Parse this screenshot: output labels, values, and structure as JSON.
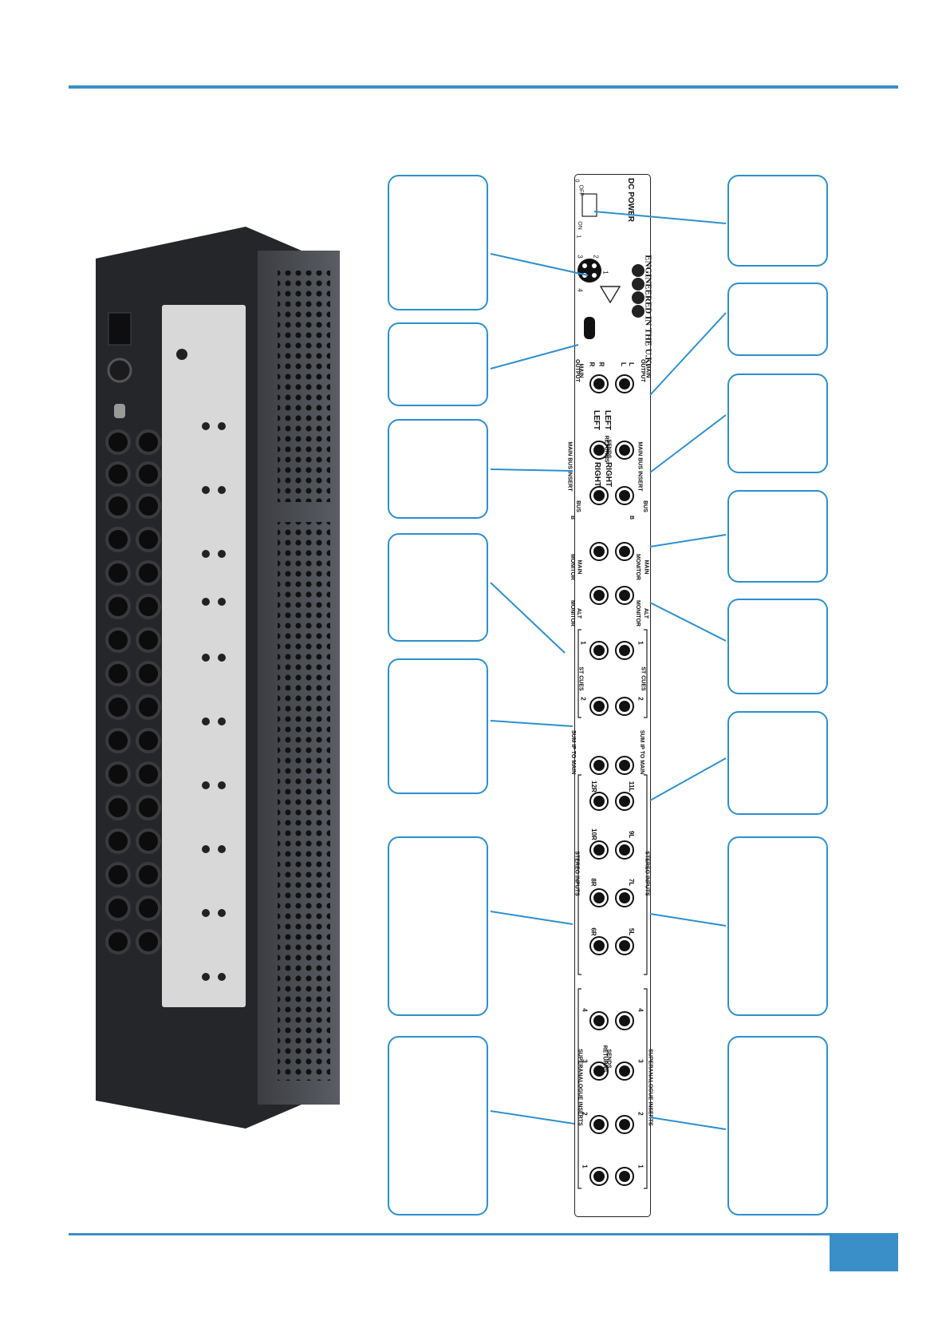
{
  "colors": {
    "accent": "#3a8fc9",
    "callout_border": "#2c90cf",
    "device_dark": "#2a2b2e",
    "panel_silver": "#d8d8d8"
  },
  "panel": {
    "brand_line": "ENGINEERED IN THE U.K.",
    "dc_power": "DC POWER",
    "off": "OFF",
    "off_num": "0",
    "on": "ON",
    "on_num": "1",
    "pin_2": "2",
    "pin_1": "1",
    "pin_3": "3",
    "pin_4": "4",
    "main_output": [
      "MAIN",
      "OUTPUT"
    ],
    "main_bus_insert": "MAIN BUS INSERT",
    "sends": "SENDS",
    "returns": "RETURNS",
    "left": "LEFT",
    "right": "RIGHT",
    "bus_b": [
      "BUS",
      "B"
    ],
    "main_monitor": [
      "MAIN",
      "MONITOR"
    ],
    "alt_monitor": [
      "ALT",
      "MONITOR"
    ],
    "st_cues": "ST CUES",
    "sum_ip_to_main": "SUM IP TO MAIN",
    "stereo_inputs": "STEREO INPUTS",
    "stereo_pairs": [
      {
        "l": "11L",
        "r": "12R"
      },
      {
        "l": "9L",
        "r": "10R"
      },
      {
        "l": "7L",
        "r": "8R"
      },
      {
        "l": "5L",
        "r": "6R"
      }
    ],
    "superanalogue_inserts": "SUPERANALOGUE INSERTS",
    "l": "L",
    "r": "R",
    "n1": "1",
    "n2": "2",
    "n3": "3",
    "n4": "4"
  },
  "callouts_left": [
    "",
    "",
    "",
    "",
    "",
    "",
    ""
  ],
  "callouts_right": [
    "",
    "",
    "",
    "",
    "",
    "",
    "",
    ""
  ]
}
